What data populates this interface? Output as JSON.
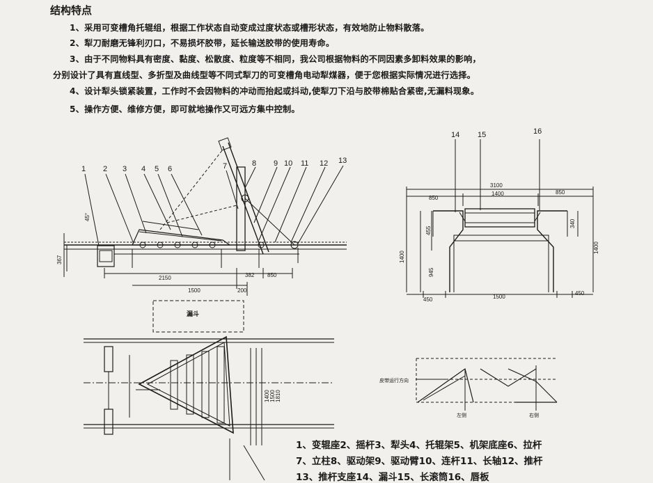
{
  "document": {
    "heading": "结构特点",
    "features": [
      "1、采用可变槽角托辊组，根据工作状态自动变成过度状态或槽形状态，有效地防止物料散落。",
      "2、犁刀耐磨无锋利刃口，不易损坏胶带，延长输送胶带的使用寿命。",
      "3、由于不同物料具有密度、黏度、松散度、粒度等不相同，我公司根据物料的不同因素多卸料效果的影响，",
      "分别设计了具有直线型、多折型及曲线型等不同式犁刀的可变槽角电动犁煤器，便于您根据实际情况进行选择。",
      "4、设计犁头锁紧装置，工作时不会因物料的冲动而抬起或抖动,使犁刀下沿与胶带棉贴合紧密,无漏料现象。",
      "5、操作方便、维修方便，即可就地操作又可远方集中控制。"
    ]
  },
  "side_view": {
    "part_numbers": [
      "1",
      "2",
      "3",
      "4",
      "5",
      "6",
      "7",
      "8",
      "9",
      "10",
      "11",
      "12",
      "13"
    ],
    "dims": {
      "angle": "45°",
      "height": "367",
      "d2150": "2150",
      "d382": "382",
      "d850": "850",
      "d1500": "1500",
      "d200": "200"
    }
  },
  "plan_view": {
    "hopper_label": "漏斗",
    "dims": {
      "a": "1400",
      "b": "1500",
      "c": "1810"
    }
  },
  "end_view": {
    "part_numbers": [
      "14",
      "15",
      "16"
    ],
    "dims": {
      "total": "3100",
      "left850": "850",
      "mid1400": "1400",
      "right850": "850",
      "h455": "455",
      "h340": "340",
      "h1400l": "1400",
      "h1400r": "1400",
      "h945": "945",
      "w450l": "450",
      "w1500": "1500",
      "w450r": "450"
    }
  },
  "blade_diagram": {
    "direction_label": "皮带运行方向",
    "note_left": "左侧",
    "note_right": "右侧"
  },
  "legend": {
    "lines": [
      "1、变辊座2、摇杆3、犁头4、托辊架5、机架底座6、拉杆",
      "7、立柱8、驱动架9、驱动臂10、连杆11、长轴12、推杆",
      "13、推杆支座14、漏斗15、长滚筒16、唇板"
    ]
  }
}
